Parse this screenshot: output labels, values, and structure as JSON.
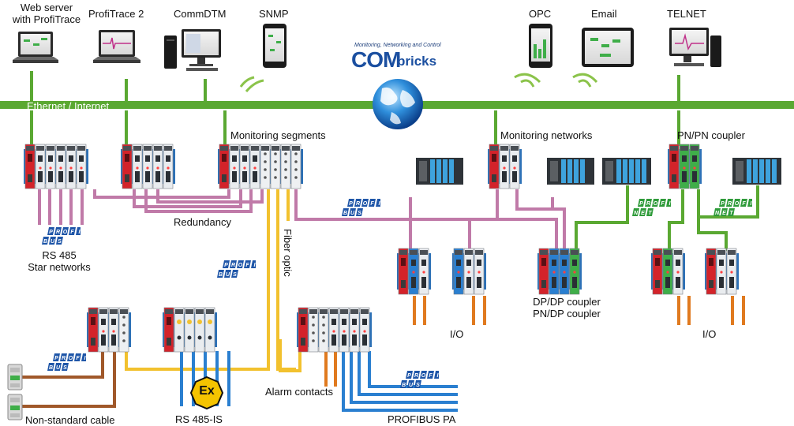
{
  "devices_top": {
    "web_server": "Web server\nwith ProfiTrace",
    "profitrace": "ProfiTrace 2",
    "commdtm": "CommDTM",
    "snmp": "SNMP",
    "opc": "OPC",
    "email": "Email",
    "telnet": "TELNET"
  },
  "logo": {
    "tagline": "Monitoring, Networking and Control",
    "com": "COM",
    "bricks": "bricks"
  },
  "bus_label": "Ethernet / Internet",
  "labels": {
    "monitoring_segments": "Monitoring segments",
    "monitoring_networks": "Monitoring networks",
    "pn_pn_coupler": "PN/PN coupler",
    "redundancy": "Redundancy",
    "rs485": "RS 485",
    "star_networks": "Star networks",
    "fiber_optic": "Fiber optic",
    "dp_dp_coupler": "DP/DP coupler",
    "pn_dp_coupler": "PN/DP coupler",
    "io_left": "I/O",
    "io_right": "I/O",
    "alarm_contacts": "Alarm contacts",
    "non_standard_cable": "Non-standard cable",
    "rs485_is": "RS 485-IS",
    "profibus_pa": "PROFIBUS PA",
    "ex_symbol": "Ex"
  },
  "badges": {
    "profi": "PROFI",
    "bus": "BUS",
    "net": "NET"
  },
  "colors": {
    "ethernet": "#5aa832",
    "profibus": "#c07aa8",
    "fiber": "#f2c12e",
    "profibus_pa": "#2a7fd0",
    "io_wire": "#e07a1f",
    "cable": "#a0582a",
    "module_red": "#d3232a",
    "module_blue": "#2a7fd0",
    "module_green": "#3fae49",
    "badge_blue": "#1f56a8",
    "badge_green": "#2f9b3a"
  }
}
